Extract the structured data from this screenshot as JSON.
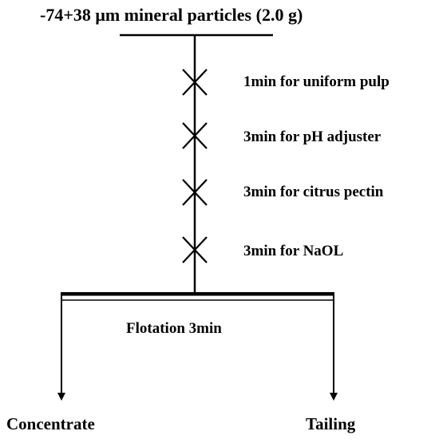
{
  "diagram": {
    "title": "-74+38 μm mineral particles (2.0 g)",
    "steps": [
      {
        "label": "1min for uniform pulp"
      },
      {
        "label": "3min for pH adjuster"
      },
      {
        "label": "3min for citrus pectin"
      },
      {
        "label": "3min for NaOL"
      }
    ],
    "flotation_label": "Flotation 3min",
    "outputs": {
      "concentrate": "Concentrate",
      "tailing": "Tailing"
    },
    "line_color": "#000000"
  }
}
